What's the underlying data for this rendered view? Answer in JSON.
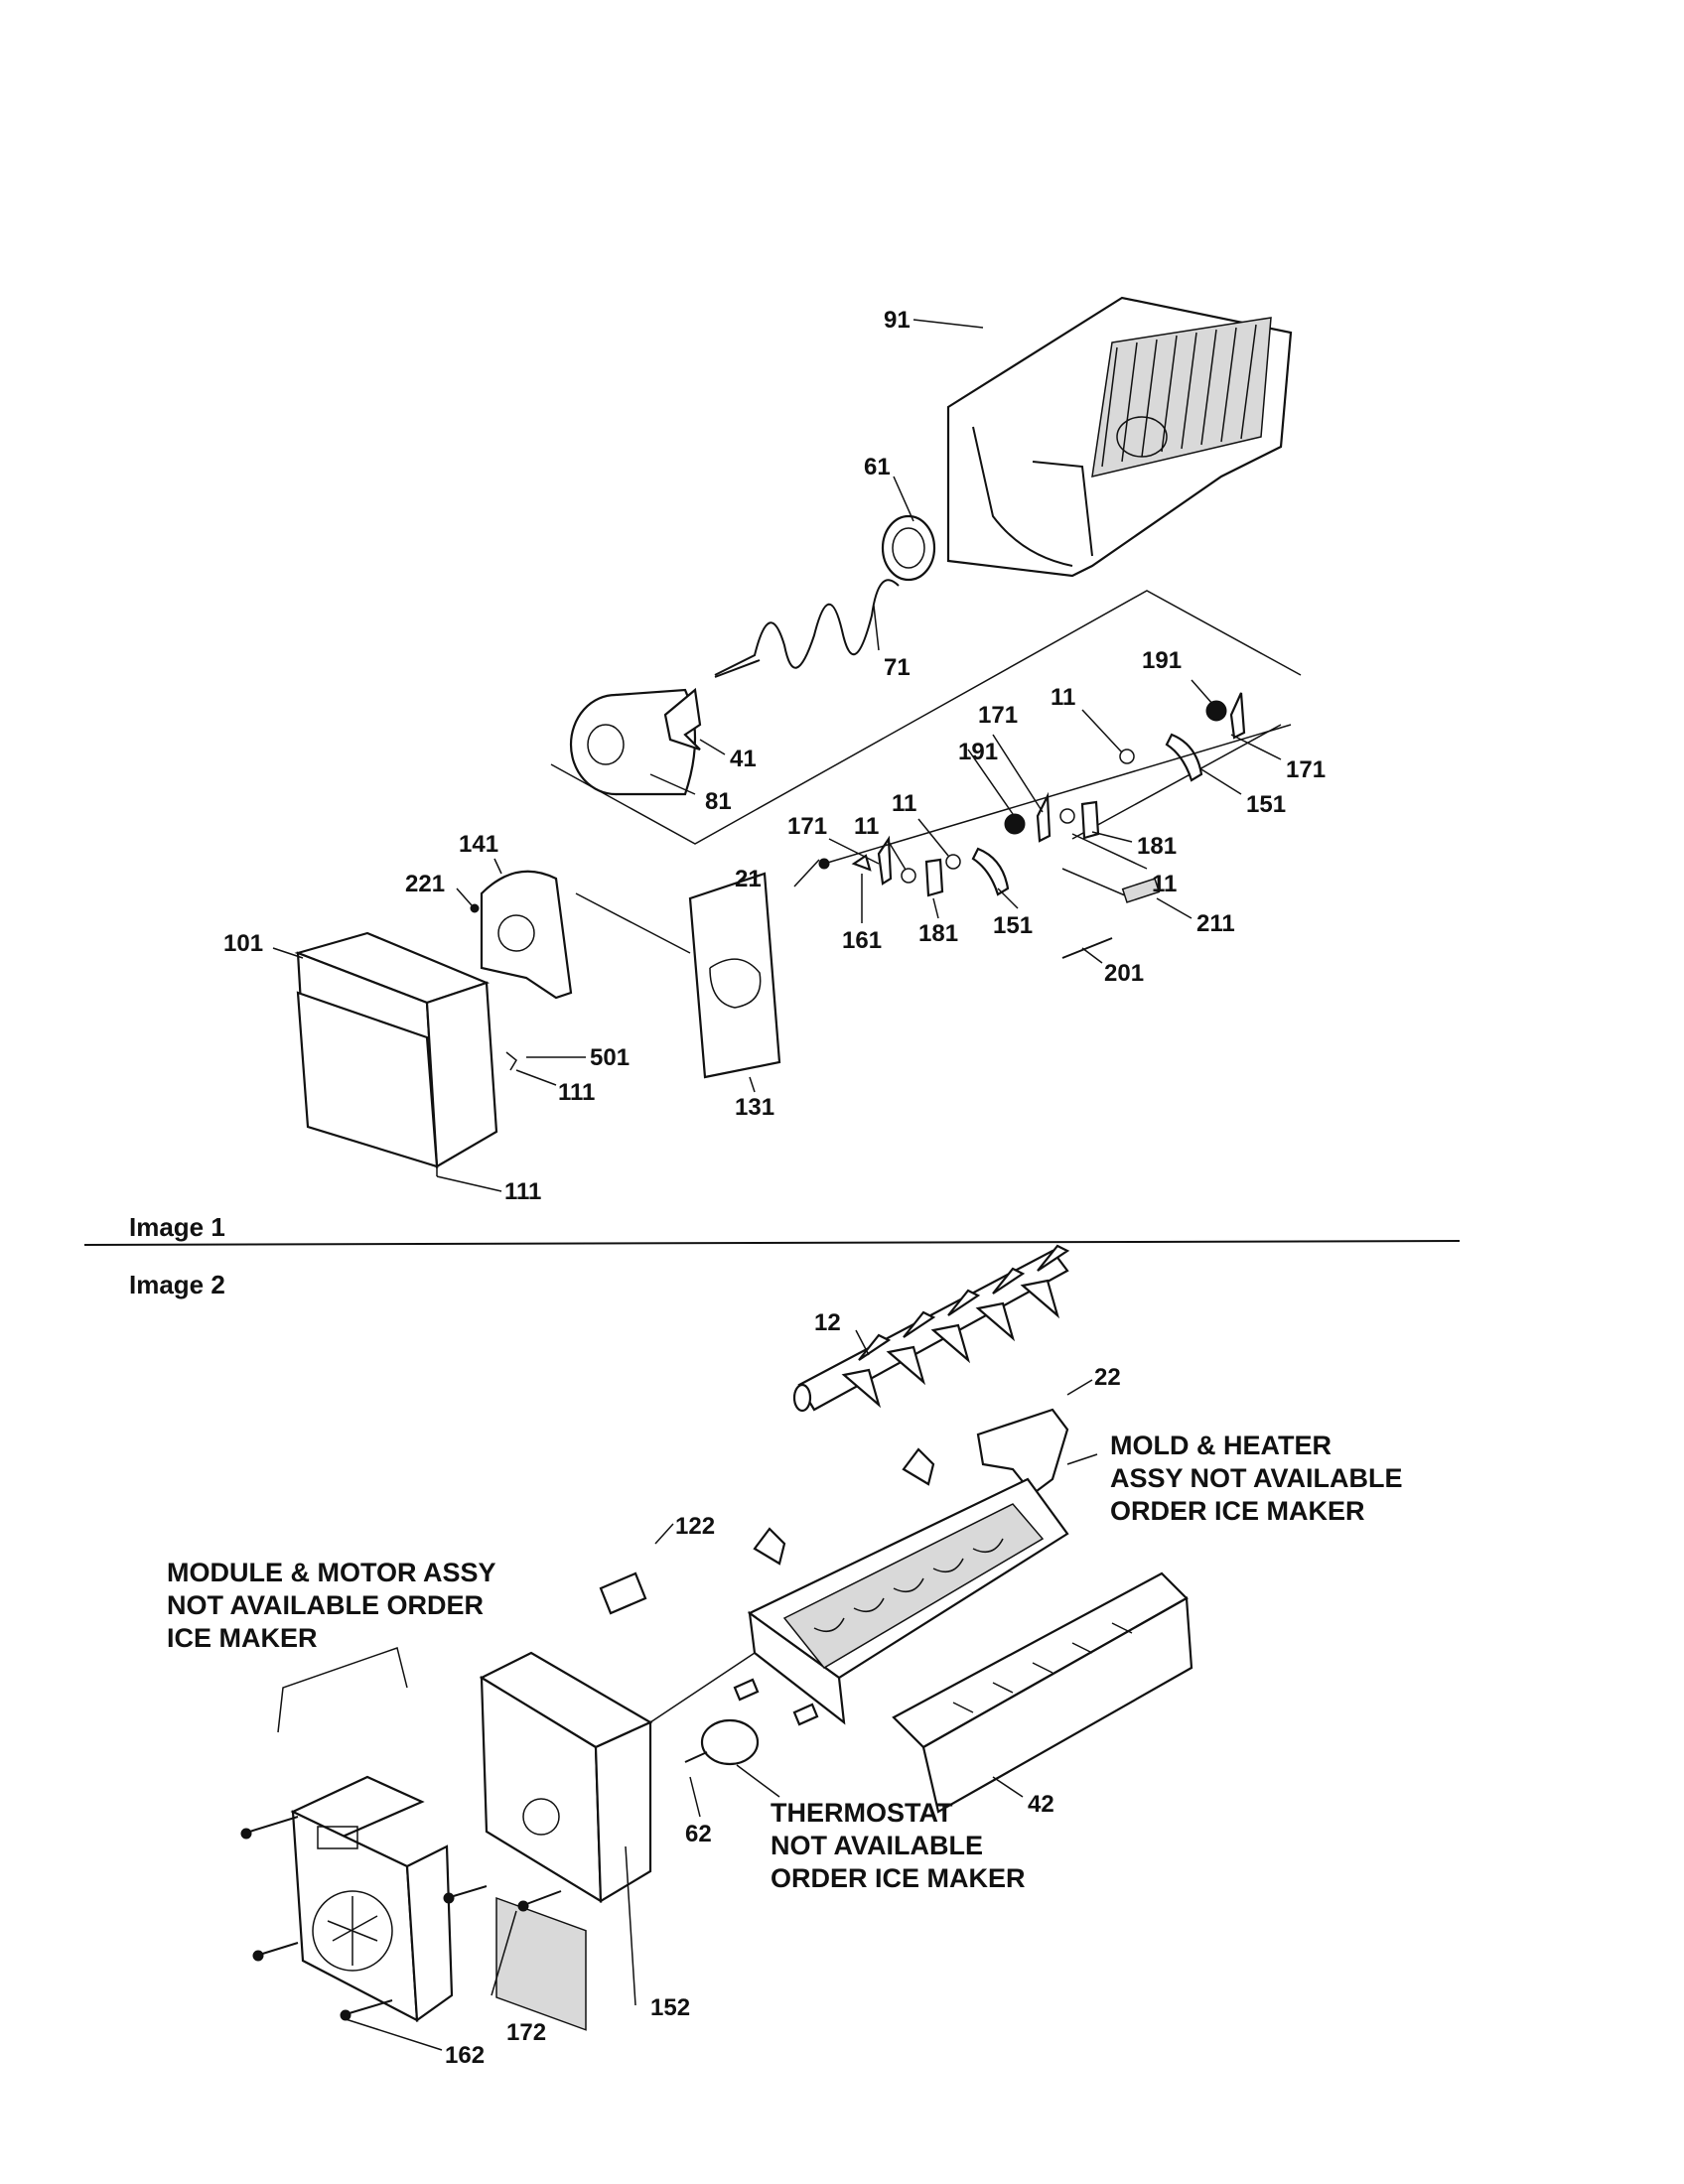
{
  "sections": [
    {
      "label": "Image 1",
      "parts": [
        "91",
        "61",
        "71",
        "41",
        "81",
        "191",
        "11",
        "171",
        "151",
        "181",
        "141",
        "221",
        "21",
        "101",
        "501",
        "131",
        "161",
        "211",
        "201",
        "111"
      ]
    },
    {
      "label": "Image 2",
      "parts": [
        "12",
        "22",
        "122",
        "62",
        "42",
        "152",
        "172",
        "162"
      ]
    }
  ],
  "notes": {
    "mold_heater": [
      "MOLD & HEATER",
      "ASSY NOT AVAILABLE",
      "ORDER ICE MAKER"
    ],
    "module_motor": [
      "MODULE & MOTOR ASSY",
      "NOT AVAILABLE ORDER",
      "ICE MAKER"
    ],
    "thermostat": [
      "THERMOSTAT",
      "NOT AVAILABLE",
      "ORDER ICE MAKER"
    ]
  }
}
